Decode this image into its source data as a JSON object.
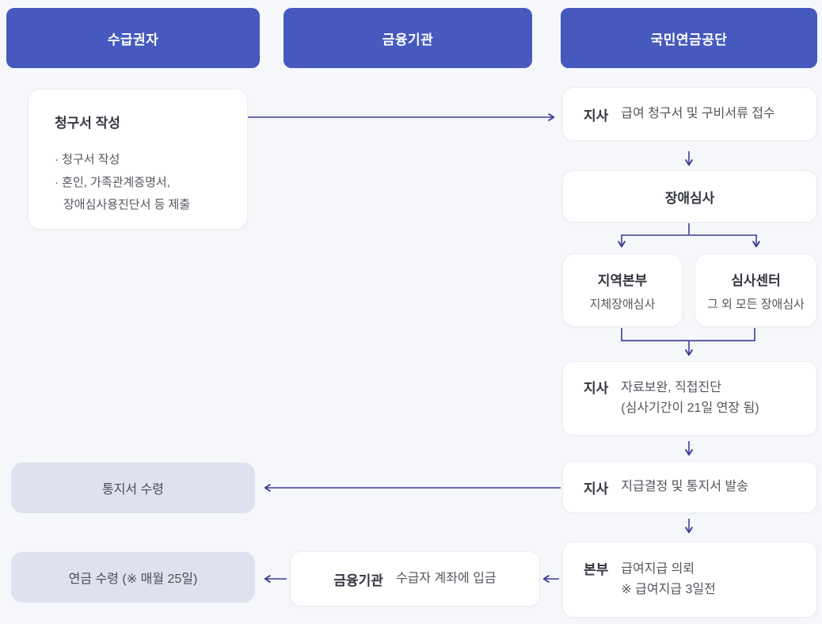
{
  "colors": {
    "background": "#f6f7fa",
    "header_blue": "#4659bf",
    "connector_indigo": "#3f3c94",
    "result_lavender": "#e0e1ef",
    "box_white": "#ffffff"
  },
  "headers": [
    {
      "label": "수급권자"
    },
    {
      "label": "금융기관"
    },
    {
      "label": "국민연금공단"
    }
  ],
  "beneficiary": {
    "claim_box": {
      "title": "청구서 작성",
      "bullet1": "· 청구서 작성",
      "bullet2_line1": "· 혼인, 가족관계증명서,",
      "bullet2_line2": "장애심사용진단서 등 제출"
    },
    "notice_box": {
      "text": "통지서 수령"
    },
    "pension_box": {
      "text": "연금 수령 (※ 매월 25일)"
    }
  },
  "bank": {
    "deposit_box": {
      "label": "금융기관",
      "text": "수급자 계좌에 입금"
    }
  },
  "nps": {
    "receive_box": {
      "label": "지사",
      "text": "급여 청구서 및 구비서류 접수"
    },
    "review_box": {
      "title": "장애심사"
    },
    "regional_hq_box": {
      "title": "지역본부",
      "subtitle": "지체장애심사"
    },
    "review_center_box": {
      "title": "심사센터",
      "subtitle": "그 외 모든 장애심사"
    },
    "supplement_box": {
      "label": "지사",
      "text": "자료보완, 직접진단",
      "note": "(심사기간이 21일 연장 됨)"
    },
    "decision_box": {
      "label": "지사",
      "text": "지급결정 및 통지서 발송"
    },
    "headquarters_box": {
      "label": "본부",
      "text": "급여지급 의뢰",
      "note": "※ 급여지급 3일전"
    }
  }
}
